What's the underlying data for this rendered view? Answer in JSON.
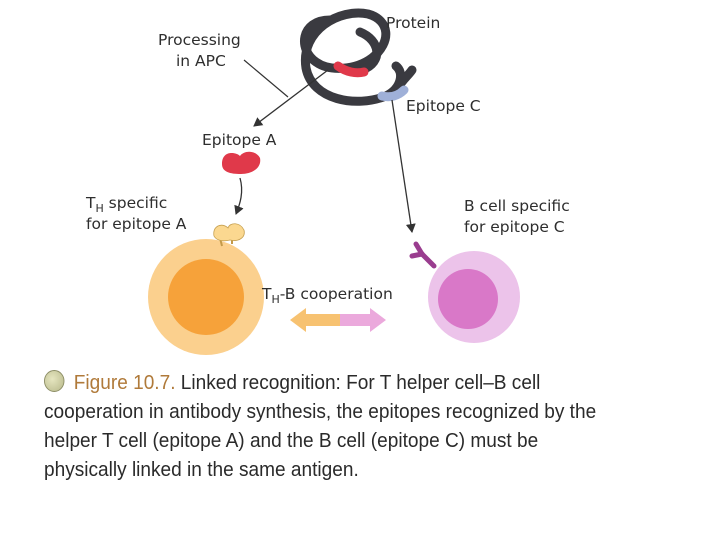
{
  "labels": {
    "protein": "Protein",
    "processing_line1": "Processing",
    "processing_line2": "in APC",
    "epitope_c": "Epitope C",
    "epitope_a": "Epitope A",
    "th_specific_sub": "H",
    "th_specific_line1_rest": " specific",
    "th_specific_line2": "for epitope A",
    "b_cell_line1": "B cell specific",
    "b_cell_line2": "for epitope C",
    "cooperation_sub": "H",
    "cooperation_rest": "-B cooperation",
    "t_letter": "T"
  },
  "caption": {
    "figure_ref": "Figure 10.7.",
    "text": " Linked recognition: For T helper cell–B cell cooperation in antibody synthesis, the epitopes recognized by the helper T cell (epitope A) and the B cell (epitope C) must be physically linked in the same antigen."
  },
  "colors": {
    "protein_coil": "#3a3a40",
    "epitope_a": "#e0394a",
    "epitope_c": "#9fb0d8",
    "t_cell_outer": "#fbd08e",
    "t_cell_nucleus": "#f6a23a",
    "b_cell_outer": "#ecc3ea",
    "b_cell_nucleus": "#d978c8",
    "b_receptor": "#9a3d8f",
    "arrow_left": "#f7c271",
    "arrow_right": "#eba9dc"
  },
  "icons": {
    "bullet": "circle-bullet-icon",
    "receptor_t": "t-cell-receptor-icon",
    "receptor_b": "b-cell-antibody-icon"
  }
}
